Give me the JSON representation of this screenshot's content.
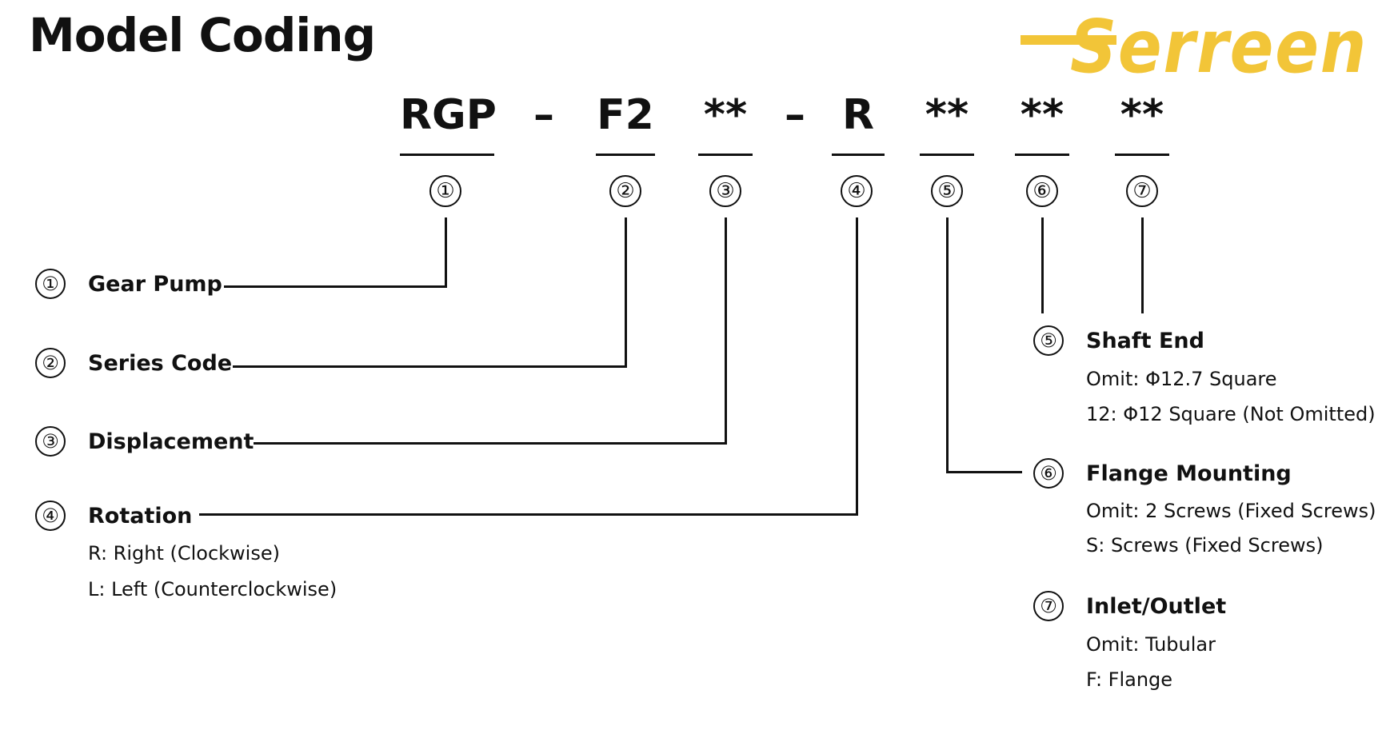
{
  "title": "Model Coding",
  "logo": {
    "text": "Serreen",
    "color": "#F2C538"
  },
  "code": {
    "segments": [
      "RGP",
      "F2",
      "**",
      "R",
      "**",
      "**",
      "**"
    ],
    "separator": "–"
  },
  "markers": [
    "①",
    "②",
    "③",
    "④",
    "⑤",
    "⑥",
    "⑦"
  ],
  "items": [
    {
      "label": "Gear Pump",
      "options": []
    },
    {
      "label": "Series Code",
      "options": []
    },
    {
      "label": "Displacement",
      "options": []
    },
    {
      "label": "Rotation",
      "options": [
        "R: Right (Clockwise)",
        "L: Left (Counterclockwise)"
      ]
    },
    {
      "label": "Shaft End",
      "options": [
        "Omit:  Φ12.7 Square",
        "12:  Φ12 Square (Not Omitted)"
      ]
    },
    {
      "label": "Flange Mounting",
      "options": [
        "Omit: 2 Screws (Fixed Screws)",
        "S: Screws (Fixed Screws)"
      ]
    },
    {
      "label": "Inlet/Outlet",
      "options": [
        "Omit: Tubular",
        "F: Flange"
      ]
    }
  ]
}
